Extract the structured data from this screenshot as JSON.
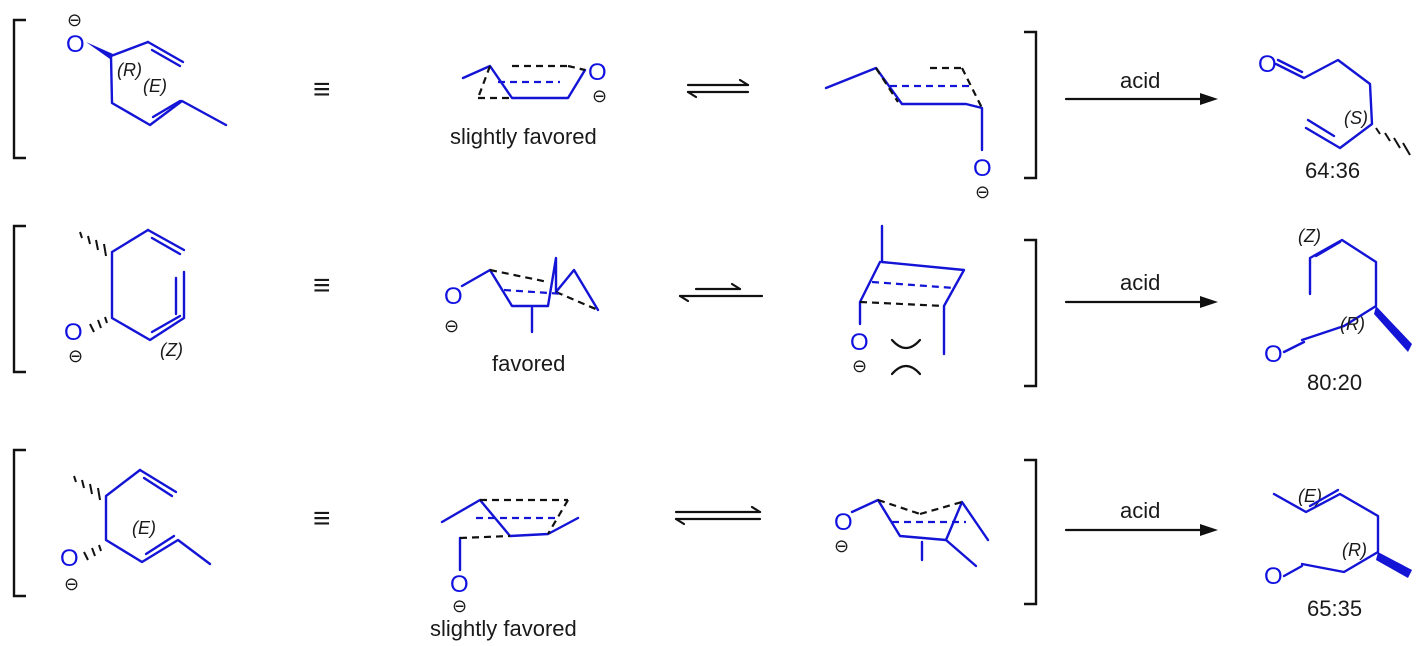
{
  "rows": [
    {
      "left_descriptors": [
        "(R)",
        "(E)"
      ],
      "equiv_symbol": "≡",
      "ts_note": "slightly favored",
      "reagent": "acid",
      "product_descriptors": [
        "(S)"
      ],
      "ratio": "64:36"
    },
    {
      "left_descriptors": [
        "(Z)"
      ],
      "equiv_symbol": "≡",
      "ts_note": "favored",
      "reagent": "acid",
      "product_descriptors": [
        "(Z)",
        "(R)"
      ],
      "ratio": "80:20"
    },
    {
      "left_descriptors": [
        "(E)"
      ],
      "equiv_symbol": "≡",
      "ts_note": "slightly favored",
      "reagent": "acid",
      "product_descriptors": [
        "(E)",
        "(R)"
      ],
      "ratio": "65:35"
    }
  ],
  "atoms": {
    "oxygen": "O",
    "minus": "⊖"
  },
  "colors": {
    "molecule": "#1414d6",
    "annotation": "#111111"
  }
}
